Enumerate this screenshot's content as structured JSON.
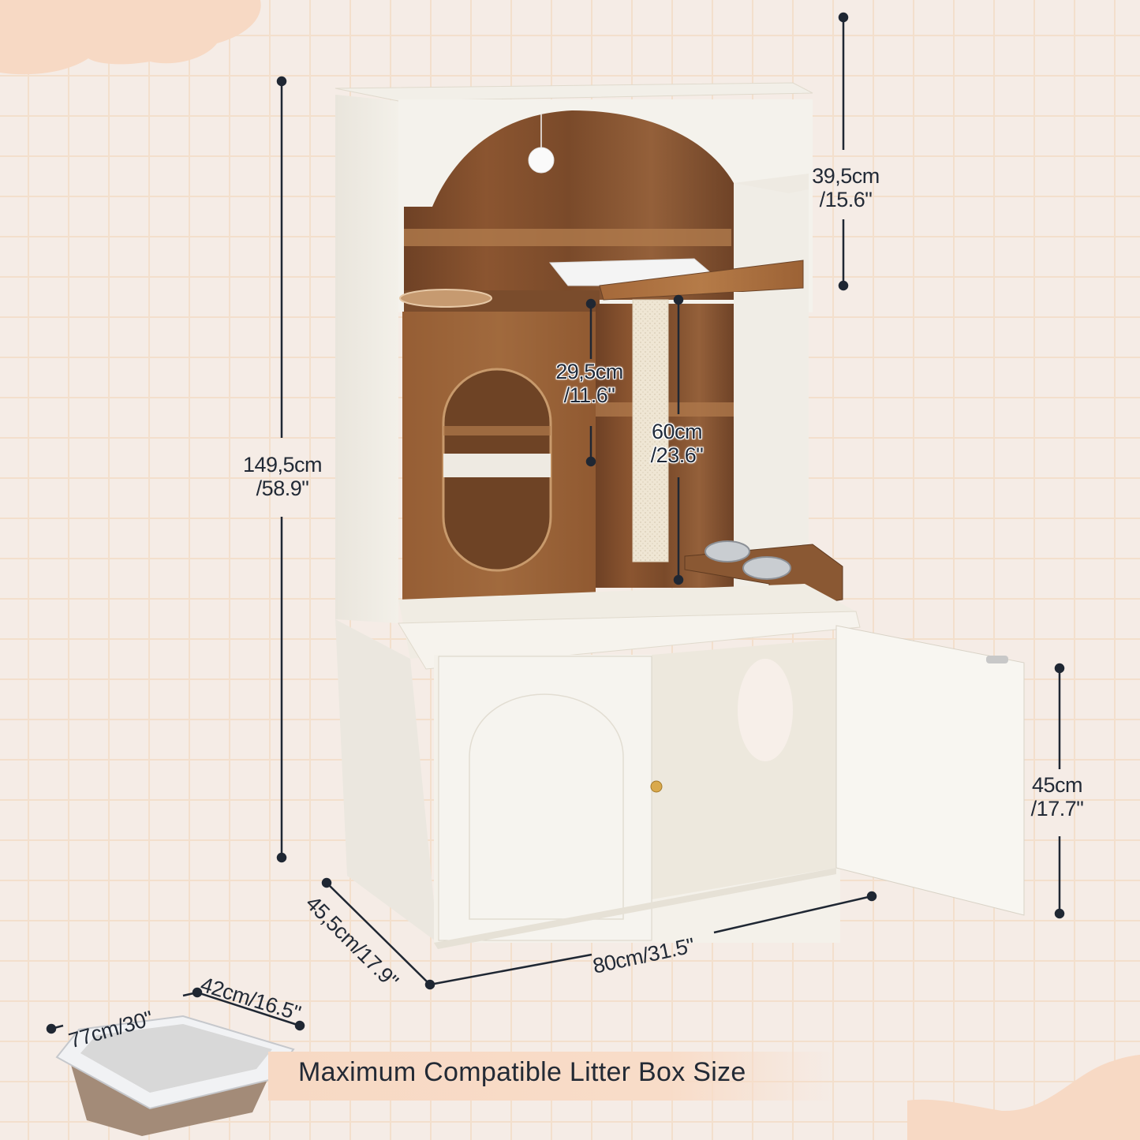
{
  "image": {
    "type": "product-dimension-infographic",
    "subject": "cat tree cabinet with litter box enclosure",
    "colors": {
      "background": "#f5ece6",
      "grid": "#f3dfcc",
      "accent_blob": "#f7d9c4",
      "cabinet_white": "#f1ede5",
      "wood": "#8a5a34",
      "dimension_ink": "#1f2733"
    }
  },
  "dimensions": {
    "total_height": {
      "metric": "149,5cm",
      "imperial": "/58.9\""
    },
    "top_section_height": {
      "metric": "39,5cm",
      "imperial": "/15.6\""
    },
    "cubby_height": {
      "metric": "29,5cm",
      "imperial": "/11.6\""
    },
    "post_height": {
      "metric": "60cm",
      "imperial": "/23.6\""
    },
    "cabinet_height": {
      "metric": "45cm",
      "imperial": "/17.7\""
    },
    "width": {
      "label": "80cm/31.5\""
    },
    "depth": {
      "label": "45,5cm/17.9\""
    }
  },
  "litter_box": {
    "length": {
      "label": "77cm/30\""
    },
    "width": {
      "label": "42cm/16.5\""
    },
    "caption": "Maximum Compatible Litter Box Size"
  },
  "icons": [
    "hanging-pompom-ball",
    "sisal-scratching-post",
    "elevated-double-food-bowl",
    "gold-door-knob",
    "litter-box-illustration"
  ]
}
